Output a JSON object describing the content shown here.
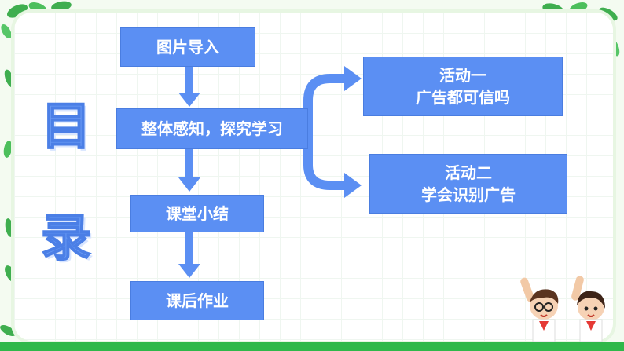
{
  "title": {
    "chars": [
      "目",
      "录"
    ]
  },
  "flow": {
    "step1": "图片导入",
    "step2": "整体感知，探究学习",
    "step3": "课堂小结",
    "step4": "课后作业"
  },
  "activities": [
    {
      "line1": "活动一",
      "line2": "广告都可信吗"
    },
    {
      "line1": "活动二",
      "line2": "学会识别广告"
    }
  ],
  "colors": {
    "box": "#5b8ff3",
    "title": "#6b9cf6",
    "bottom_bar": "#2fb84a",
    "leaf": "#3fae4f"
  }
}
